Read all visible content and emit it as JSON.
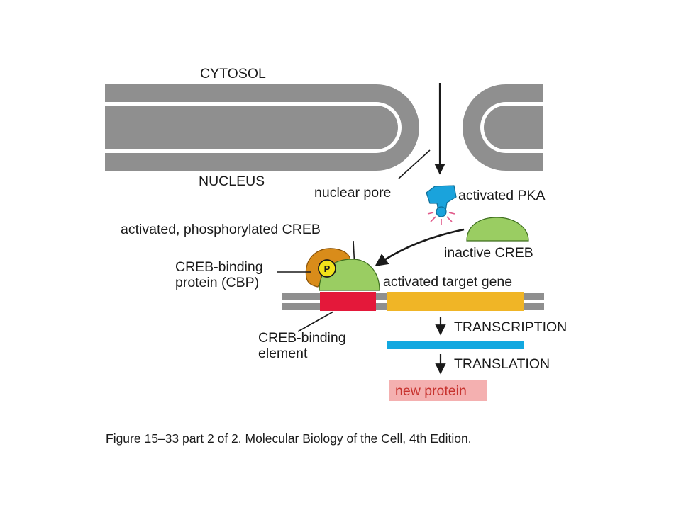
{
  "labels": {
    "cytosol": "CYTOSOL",
    "nucleus": "NUCLEUS",
    "nuclear_pore": "nuclear pore",
    "activated_pka": "activated PKA",
    "inactive_creb": "inactive CREB",
    "activated_creb": "activated, phosphorylated CREB",
    "cbp_line1": "CREB-binding",
    "cbp_line2": "protein (CBP)",
    "phosphate": "P",
    "target_gene": "activated target gene",
    "element_line1": "CREB-binding",
    "element_line2": "element",
    "transcription": "TRANSCRIPTION",
    "translation": "TRANSLATION",
    "new_protein": "new protein"
  },
  "caption": "Figure 15–33 part 2 of 2. Molecular Biology of the Cell, 4th Edition.",
  "colors": {
    "membrane": "#8f8f8f",
    "membrane_gap": "#ffffff",
    "pka": "#1aa3dc",
    "pka_spark": "#e05a8a",
    "creb": "#9acd62",
    "creb_outline": "#3d6e1e",
    "cbp": "#d98c1a",
    "phosphate": "#f2e21a",
    "dna_gray": "#8f8f8f",
    "binding_element": "#e4183a",
    "gene": "#f0b526",
    "mrna": "#12a8e0",
    "protein_box": "#f4b0b0",
    "protein_text": "#c7322e"
  }
}
